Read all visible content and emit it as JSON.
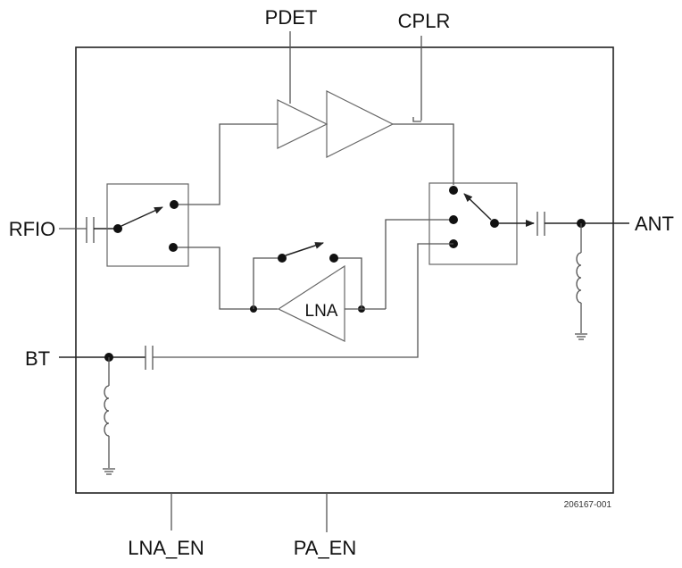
{
  "diagram": {
    "type": "RF front-end module block diagram",
    "pins": {
      "top": [
        "PDET",
        "CPLR"
      ],
      "left": [
        "RFIO",
        "BT"
      ],
      "right": [
        "ANT"
      ],
      "bottom": [
        "LNA_EN",
        "PA_EN"
      ]
    },
    "labels": {
      "pdet": "PDET",
      "cplr": "CPLR",
      "rfio": "RFIO",
      "bt": "BT",
      "ant": "ANT",
      "lna_en": "LNA_EN",
      "pa_en": "PA_EN",
      "lna": "LNA",
      "figure_id": "206167-001"
    },
    "components": [
      {
        "name": "input-switch",
        "kind": "SPDT switch",
        "connects": [
          "RFIO",
          "PA path",
          "LNA path"
        ]
      },
      {
        "name": "power-detector",
        "kind": "amplifier stage",
        "tap": "PDET"
      },
      {
        "name": "power-amplifier",
        "kind": "amplifier",
        "output_tap": "CPLR"
      },
      {
        "name": "lna",
        "kind": "low noise amplifier",
        "label": "LNA",
        "bypass_switch": true
      },
      {
        "name": "antenna-switch",
        "kind": "SP3T switch",
        "connects": [
          "PA path",
          "LNA path",
          "BT path",
          "ANT"
        ]
      },
      {
        "name": "rfio-dc-block",
        "kind": "capacitor"
      },
      {
        "name": "ant-dc-block",
        "kind": "capacitor"
      },
      {
        "name": "bt-dc-block",
        "kind": "capacitor"
      },
      {
        "name": "ant-shunt-inductor",
        "kind": "inductor to ground"
      },
      {
        "name": "bt-shunt-inductor",
        "kind": "inductor to ground"
      }
    ]
  }
}
